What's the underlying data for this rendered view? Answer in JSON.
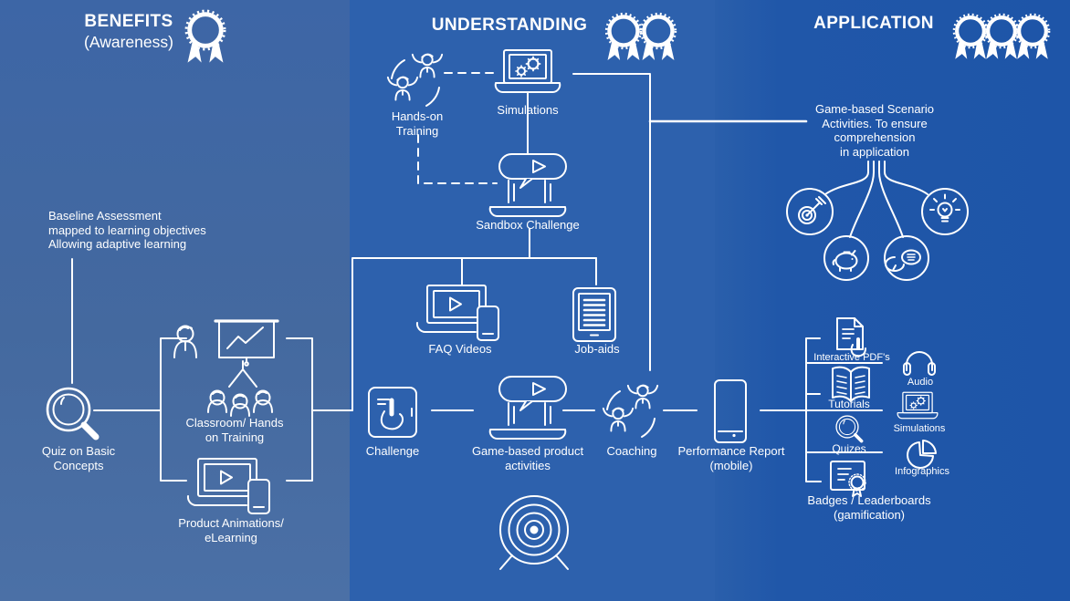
{
  "columns": {
    "benefits": {
      "title": "BENEFITS",
      "subtitle": "(Awareness)",
      "badge_count": 1
    },
    "understanding": {
      "title": "UNDERSTANDING",
      "badge_count": 2
    },
    "application": {
      "title": "APPLICATION",
      "badge_count": 3
    }
  },
  "notes": {
    "baseline": "Baseline Assessment\nmapped to learning objectives\nAllowing adaptive learning",
    "scenario": "Game-based Scenario\nActivities. To ensure\ncomprehension\nin application"
  },
  "nodes": {
    "quiz": {
      "label": "Quiz on Basic\nConcepts",
      "icon": "magnifier-icon"
    },
    "classroom": {
      "label": "Classroom/ Hands\non Training",
      "icon": "classroom-icon"
    },
    "product_animations": {
      "label": "Product Animations/\neLearning",
      "icon": "laptop-phone-icon"
    },
    "hands_on": {
      "label": "Hands-on\nTraining",
      "icon": "people-cheer-icon"
    },
    "simulations": {
      "label": "Simulations",
      "icon": "laptop-gears-icon"
    },
    "sandbox": {
      "label": "Sandbox Challenge",
      "icon": "laptop-chat-play-icon"
    },
    "faq": {
      "label": "FAQ Videos",
      "icon": "laptop-phone-icon"
    },
    "job_aids": {
      "label": "Job-aids",
      "icon": "tablet-lines-icon"
    },
    "challenge": {
      "label": "Challenge",
      "icon": "tablet-tap-icon"
    },
    "game_based": {
      "label": "Game-based product\nactivities",
      "icon": "laptop-chat-play-icon"
    },
    "coaching": {
      "label": "Coaching",
      "icon": "people-cheer-icon"
    },
    "performance": {
      "label": "Performance Report\n(mobile)",
      "icon": "smartphone-icon"
    },
    "target": {
      "icon": "bullseye-icon"
    },
    "scenario_dart": {
      "icon": "dartboard-icon"
    },
    "scenario_piggy": {
      "icon": "piggy-bank-icon"
    },
    "scenario_chat": {
      "icon": "chat-bubbles-icon"
    },
    "scenario_bulb": {
      "icon": "lightbulb-icon"
    },
    "interactive_pdfs": {
      "label": "Interactive PDF's",
      "icon": "document-hand-icon"
    },
    "tutorials": {
      "label": "Tutorials",
      "icon": "open-book-icon"
    },
    "quizes": {
      "label": "Quizes",
      "icon": "magnifier-icon"
    },
    "badges_leaderboards": {
      "label": "Badges / Leaderboards\n(gamification)",
      "icon": "certificate-icon"
    },
    "audio": {
      "label": "Audio",
      "icon": "headphones-icon"
    },
    "simulations_small": {
      "label": "Simulations",
      "icon": "laptop-gears-icon"
    },
    "infographics": {
      "label": "Infographics",
      "icon": "pie-chart-icon"
    }
  },
  "colors": {
    "band_left": "#44699f",
    "band_mid": "#2d61ad",
    "band_right": "#1e55a8",
    "line": "#ffffff"
  }
}
